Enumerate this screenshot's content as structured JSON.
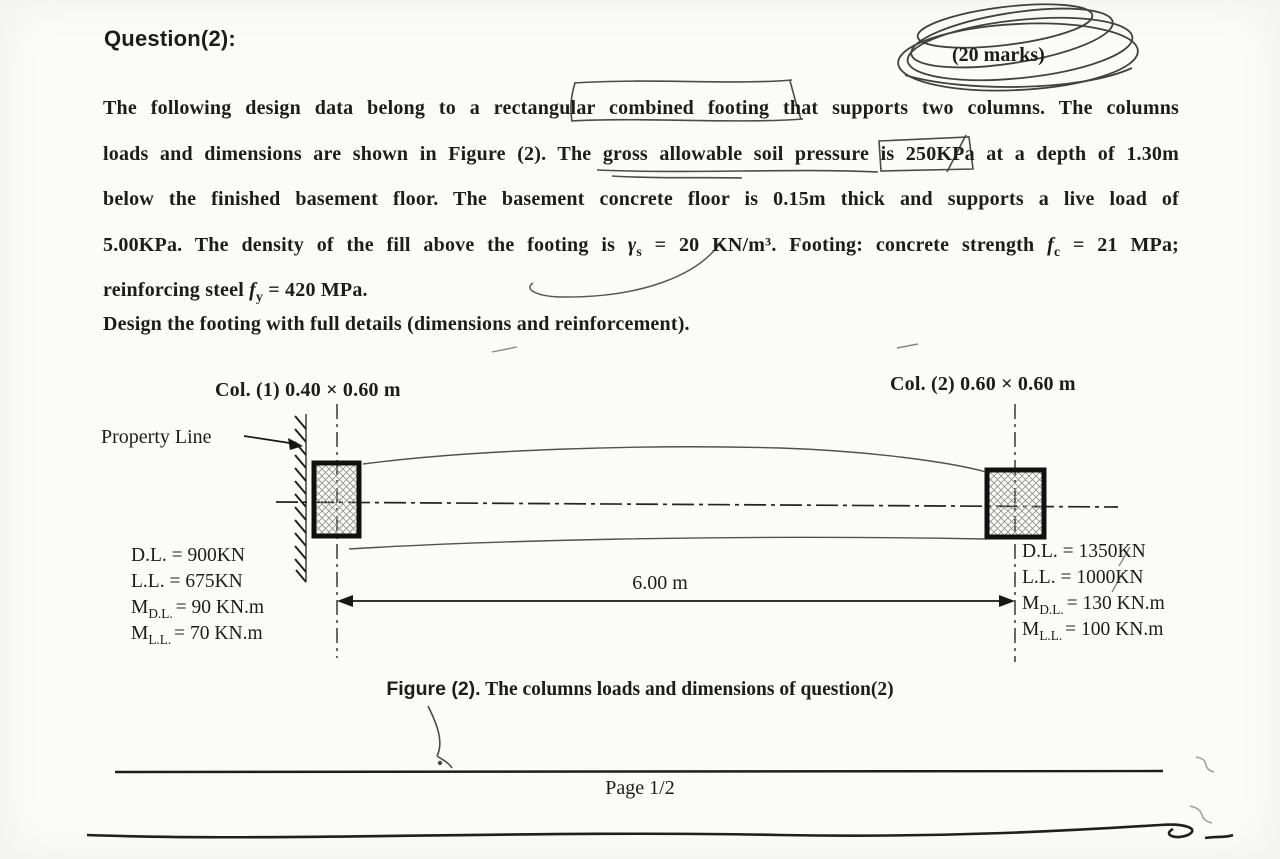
{
  "header": {
    "question": "Question(2):",
    "marks": "(20 marks)"
  },
  "body": {
    "line1": "The following design data belong to a rectangular combined footing that supports two columns. The columns",
    "line2": "loads and dimensions are shown in Figure (2). The gross allowable soil pressure is 250KPa at a depth of 1.30m",
    "line3": "below the finished basement floor. The basement concrete floor is 0.15m thick and supports a live load of",
    "line4": {
      "pre": "5.00KPa. The density of the fill above the footing is ",
      "gamma": "γ",
      "gamma_sub": "s",
      "mid": " = 20 KN/m³. Footing: concrete strength ",
      "f1": "f",
      "f1_sub": "c",
      "post": " = 21 MPa;"
    },
    "line5": {
      "pre": "reinforcing steel ",
      "f2": "f",
      "f2_sub": "y",
      "post": " = 420 MPa."
    },
    "design_line": "Design the footing with full details (dimensions and reinforcement)."
  },
  "figure": {
    "col1_label": "Col. (1) 0.40 × 0.60 m",
    "col2_label": "Col. (2) 0.60 × 0.60 m",
    "property_line": "Property Line",
    "span_dim": "6.00 m",
    "left_loads": {
      "dl": "D.L. = 900KN",
      "ll": "L.L. = 675KN",
      "m1_sym": "M",
      "m1_sub": "D.L.",
      "m1_val": "= 90 KN.m",
      "m2_sym": "M",
      "m2_sub": "L.L.",
      "m2_val": "= 70 KN.m"
    },
    "right_loads": {
      "dl": "D.L. = 1350KN",
      "ll": "L.L. = 1000KN",
      "m1_sym": "M",
      "m1_sub": "D.L.",
      "m1_val": "= 130 KN.m",
      "m2_sym": "M",
      "m2_sub": "L.L.",
      "m2_val": "= 100 KN.m"
    },
    "caption_label": "Figure (2).",
    "caption_text": " The columns loads and dimensions of question(2)"
  },
  "footer": {
    "page": "Page 1/2"
  },
  "colors": {
    "ink": "#1c1c1c",
    "pen": "#2d2d2d",
    "paper": "#fbfbf8"
  }
}
